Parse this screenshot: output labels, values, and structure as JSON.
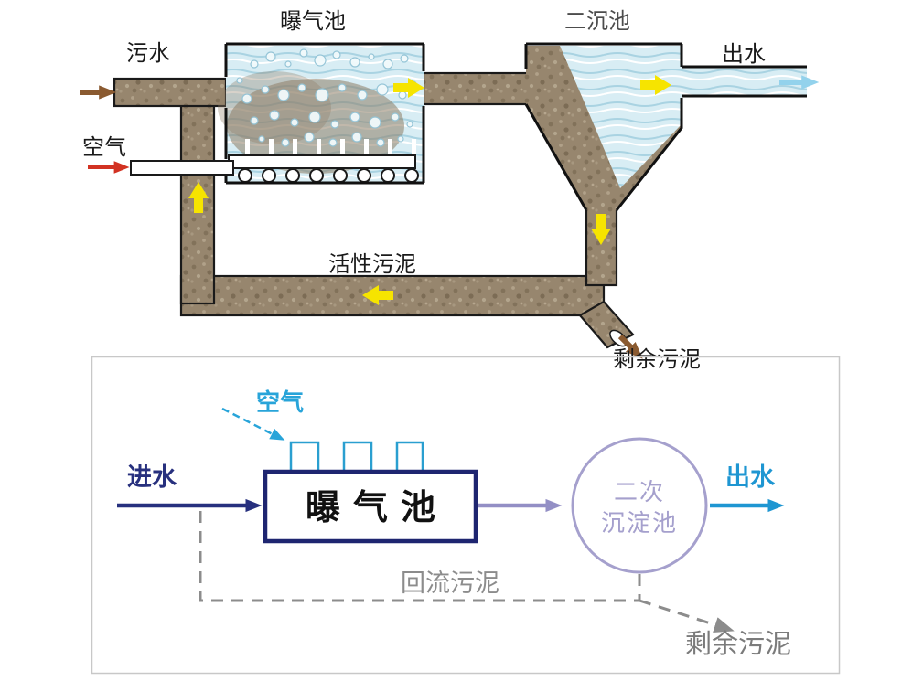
{
  "figure": {
    "top": {
      "labels": {
        "influent": "污水",
        "aeration_tank": "曝气池",
        "secondary_tank": "二沉池",
        "effluent": "出水",
        "air": "空气",
        "activated_sludge": "活性污泥",
        "excess_sludge": "剩余污泥"
      }
    },
    "bottom": {
      "labels": {
        "air": "空气",
        "influent": "进水",
        "aeration_tank": "曝气池",
        "secondary_tank_line1": "二次",
        "secondary_tank_line2": "沉淀池",
        "effluent": "出水",
        "return_sludge": "回流污泥",
        "excess_sludge": "剩余污泥"
      }
    },
    "colors": {
      "yellow_arrow": "#f6e400",
      "brown_arrow": "#8a5a30",
      "red_arrow": "#d23222",
      "effluent_arrow_top": "#93d2ec",
      "sludge_brown": "#97866e",
      "water_blue": "#d8edf4",
      "cyan": "#28a4d9",
      "navy": "#27307e",
      "purple": "#a5a0cd",
      "blue": "#1e96d2",
      "gray": "#8c8c8c"
    }
  }
}
